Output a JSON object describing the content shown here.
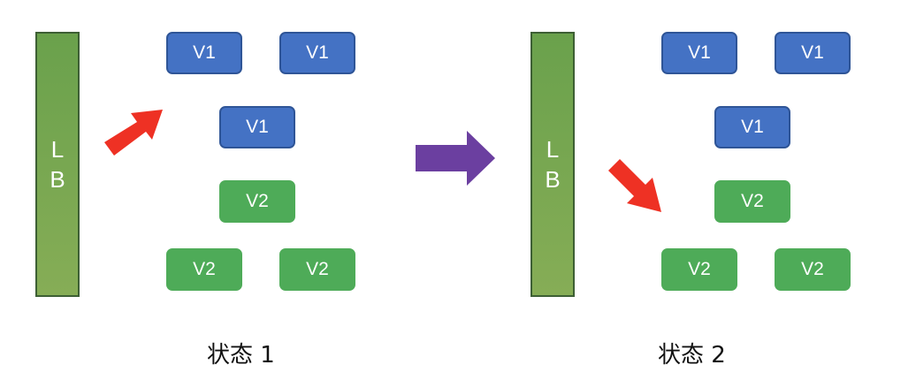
{
  "state1": {
    "lb_label": "L\nB",
    "v1_label": "V1",
    "v2_label": "V2",
    "caption": "状态 1"
  },
  "state2": {
    "lb_label": "L\nB",
    "v1_label": "V1",
    "v2_label": "V2",
    "caption": "状态 2"
  },
  "colors": {
    "lb_fill": "#76a852",
    "lb_border": "#3d5f34",
    "v1_fill": "#4472c4",
    "v1_border": "#2f5597",
    "v2_fill": "#4eab58",
    "traffic_arrow": "#ee3124",
    "transition_arrow": "#6b3fa0"
  },
  "icons": {
    "traffic_arrow_1": "red-arrow-up-right",
    "traffic_arrow_2": "red-arrow-down-right",
    "transition_arrow": "purple-arrow-right"
  }
}
